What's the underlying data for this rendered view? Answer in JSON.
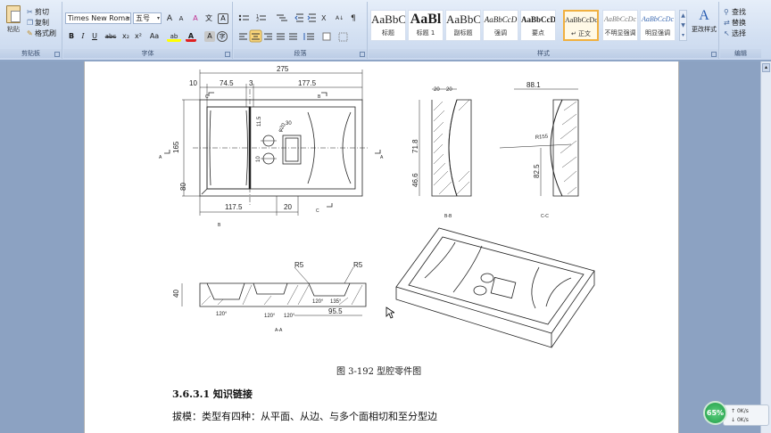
{
  "ribbon": {
    "clipboard": {
      "title": "剪贴板",
      "paste_label": "粘贴",
      "cut_label": "剪切",
      "copy_label": "复制",
      "format_painter_label": "格式刷"
    },
    "font": {
      "title": "字体",
      "font_name": "Times New Roman",
      "font_size": "五号",
      "grow_label": "A",
      "shrink_label": "A",
      "clear_label": "A",
      "phonetic_label": "文",
      "border_label": "A",
      "bold": "B",
      "italic": "I",
      "underline": "U",
      "strike": "abc",
      "subscript": "x₂",
      "superscript": "x²",
      "case_label": "Aa",
      "highlight_label": "ab",
      "font_color_label": "A",
      "shading_label": "A",
      "enclose_label": "字"
    },
    "paragraph": {
      "title": "段落"
    },
    "styles": {
      "title": "样式",
      "items": [
        {
          "sample": "AaBbC",
          "name": "标题"
        },
        {
          "sample": "AaBl",
          "name": "标题 1"
        },
        {
          "sample": "AaBbC",
          "name": "副标题"
        },
        {
          "sample": "AaBbCcD",
          "name": "强调"
        },
        {
          "sample": "AaBbCcD",
          "name": "要点"
        },
        {
          "sample": "AaBbCcDc",
          "name": "↵ 正文"
        },
        {
          "sample": "AaBbCcDc",
          "name": "不明显强调"
        },
        {
          "sample": "AaBbCcDc",
          "name": "明显强调"
        }
      ],
      "change_styles_label": "更改样式"
    },
    "editing": {
      "title": "编辑",
      "find_label": "查找",
      "replace_label": "替换",
      "select_label": "选择"
    }
  },
  "drawing": {
    "dims_top": [
      "275",
      "10",
      "74.5",
      "3",
      "177.5"
    ],
    "dims_bottom": [
      "117.5",
      "20"
    ],
    "dims_side": [
      "165",
      "80"
    ],
    "dims_small": [
      "30",
      "11.5",
      "φ20",
      "10",
      "10"
    ],
    "section_a_dims": [
      "40",
      "R5",
      "R5",
      "95.5",
      "120°",
      "120°",
      "120°",
      "135°",
      "120°"
    ],
    "section_b_dims": [
      "20",
      "20",
      "71.8",
      "46.6",
      "B-B"
    ],
    "section_c_dims": [
      "88.1",
      "R155",
      "82.5",
      "C-C"
    ],
    "view_labels": [
      "A",
      "A",
      "B",
      "B",
      "C",
      "C",
      "A-A"
    ]
  },
  "document": {
    "caption": "图 3-192 型腔零件图",
    "heading": "3.6.3.1 知识链接",
    "paragraph": "拔模：类型有四种：从平面、从边、与多个面相切和至分型边"
  },
  "netmon": {
    "percent": "65%",
    "up": "0K/s",
    "down": "0K/s"
  },
  "colors": {
    "ribbon_bg": "#d3e0f2",
    "doc_bg": "#8ca2c2",
    "active_style_border": "#f0b040",
    "netmon_green": "#1d9c45"
  }
}
